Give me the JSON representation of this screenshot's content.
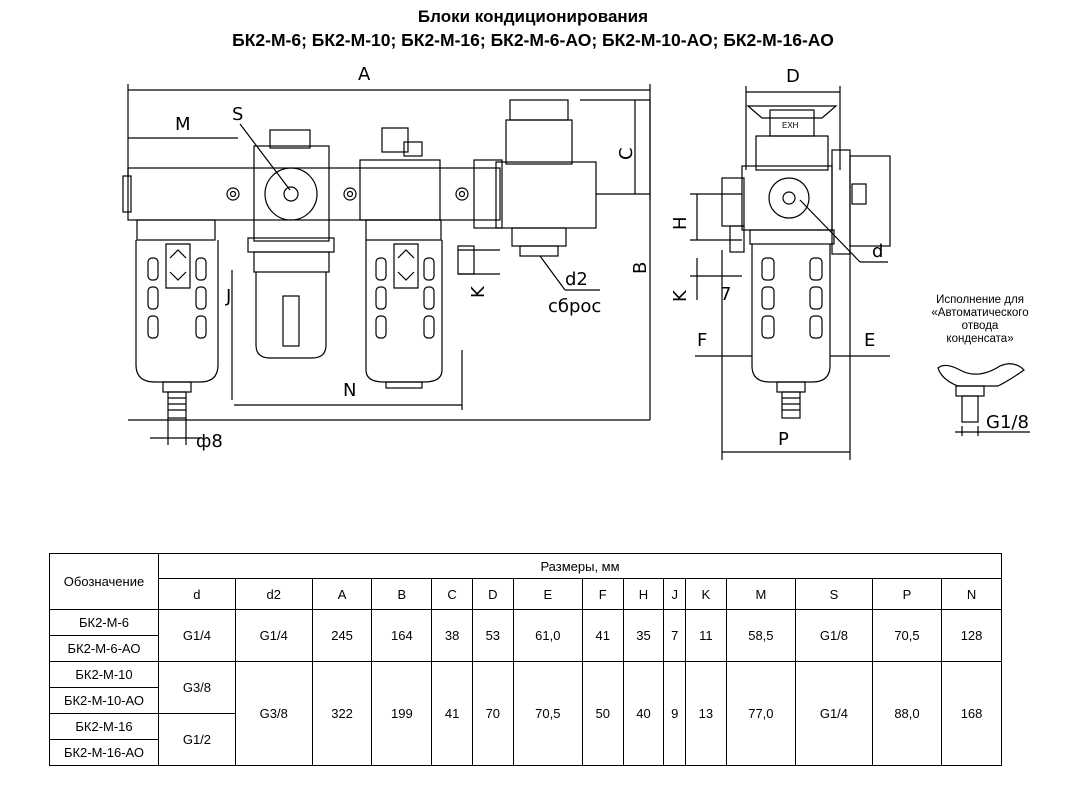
{
  "title": {
    "line1": "Блоки кондиционирования",
    "line2": "БК2-М-6; БК2-М-10; БК2-М-16; БК2-М-6-АО; БК2-М-10-АО; БК2-М-16-АО"
  },
  "drawing": {
    "labels": {
      "A": "A",
      "M": "M",
      "S": "S",
      "C": "C",
      "B": "B",
      "N": "N",
      "J": "J",
      "K_front": "K",
      "d2": "d2",
      "sbros": "сброс",
      "phi8": "ф8",
      "D": "D",
      "H": "H",
      "K_side": "K",
      "seven": "7",
      "d": "d",
      "F": "F",
      "E": "E",
      "P": "P",
      "exh": "EXH",
      "g18": "G1/8"
    },
    "note": {
      "line1": "Исполнение для",
      "line2": "«Автоматического отвода",
      "line3": "конденсата»"
    }
  },
  "table": {
    "designation_header": "Обозначение",
    "sizes_header": "Размеры, мм",
    "columns": [
      "d",
      "d2",
      "A",
      "B",
      "C",
      "D",
      "E",
      "F",
      "H",
      "J",
      "K",
      "M",
      "S",
      "P",
      "N"
    ],
    "groups": [
      {
        "names": [
          "БК2-М-6",
          "БК2-М-6-АО"
        ],
        "d": "G1/4",
        "d2": "G1/4",
        "A": "245",
        "B": "164",
        "C": "38",
        "D": "53",
        "E": "61,0",
        "F": "41",
        "H": "35",
        "J": "7",
        "K": "11",
        "M": "58,5",
        "S": "G1/8",
        "P": "70,5",
        "N": "128"
      },
      {
        "names": [
          "БК2-М-10",
          "БК2-М-10-АО",
          "БК2-М-16",
          "БК2-М-16-АО"
        ],
        "d_values": [
          "G3/8",
          "G1/2"
        ],
        "d2": "G3/8",
        "A": "322",
        "B": "199",
        "C": "41",
        "D": "70",
        "E": "70,5",
        "F": "50",
        "H": "40",
        "J": "9",
        "K": "13",
        "M": "77,0",
        "S": "G1/4",
        "P": "88,0",
        "N": "168"
      }
    ]
  }
}
